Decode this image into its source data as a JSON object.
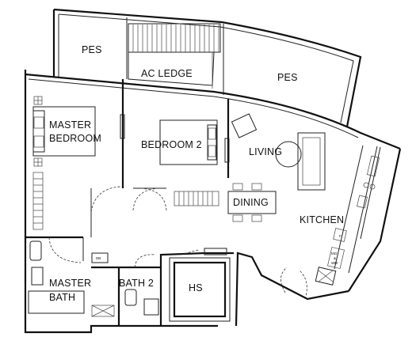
{
  "rooms": {
    "pes_left": "PES",
    "ac_ledge": "AC LEDGE",
    "pes_right": "PES",
    "master_bedroom_1": "MASTER",
    "master_bedroom_2": "BEDROOM",
    "bedroom_2": "BEDROOM 2",
    "living": "LIVING",
    "dining": "DINING",
    "kitchen": "KITCHEN",
    "master_bath_1": "MASTER",
    "master_bath_2": "BATH",
    "bath_2": "BATH 2",
    "hs": "HS"
  },
  "appliances": {
    "db": "DB",
    "f": "F",
    "mo": "MO",
    "amp": "&",
    "wm": "WM"
  }
}
